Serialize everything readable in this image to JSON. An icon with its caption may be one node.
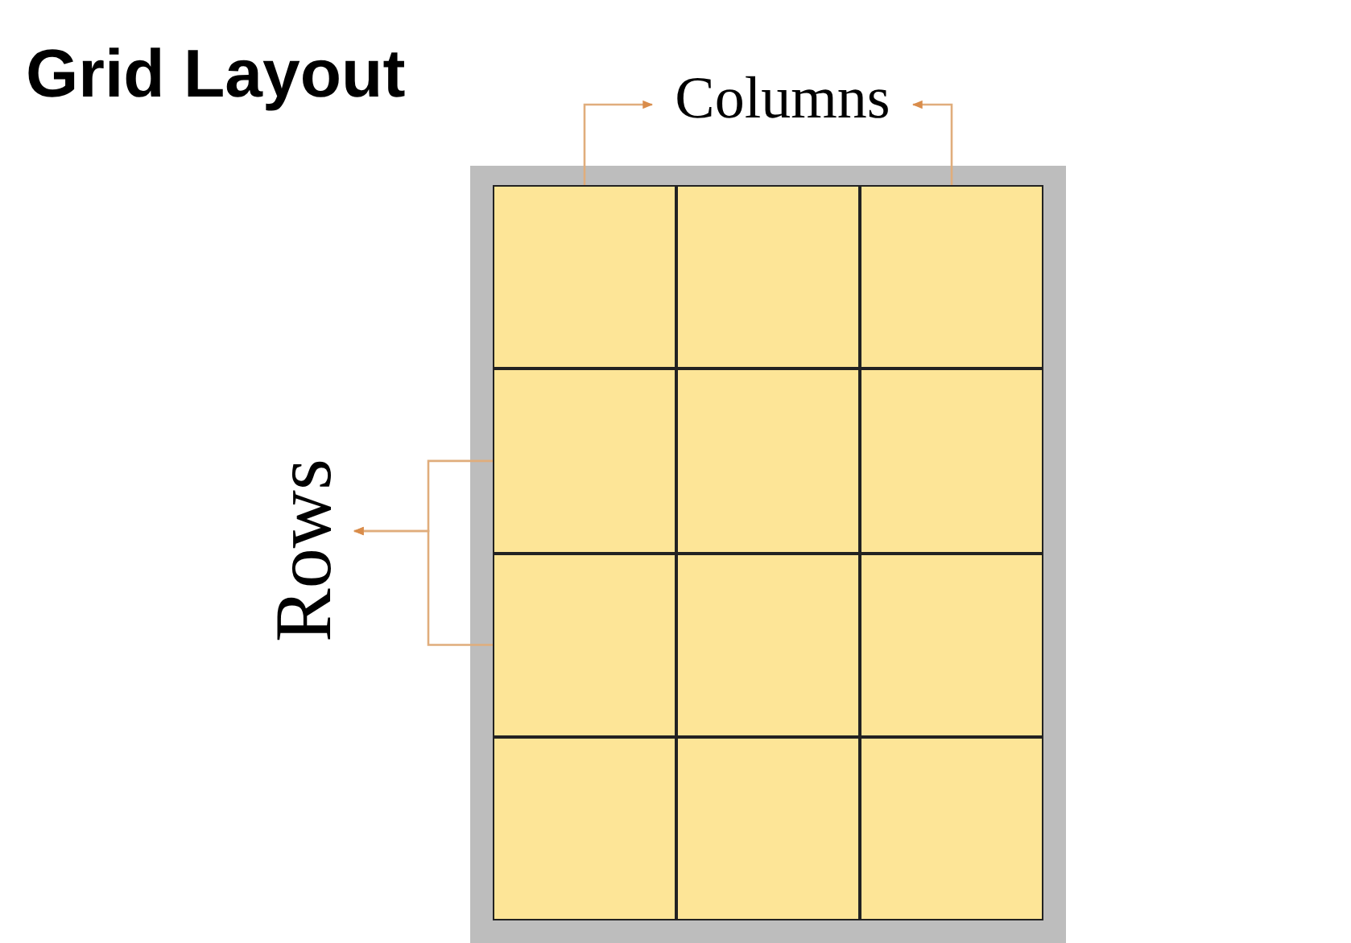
{
  "diagram": {
    "title": "Grid Layout",
    "nodes": [
      {
        "text": [],
        "shape": "box"
      },
      {
        "text": [],
        "shape": "box",
        "in": 0
      },
      {
        "text": [],
        "shape": "box",
        "in": 0
      },
      {
        "text": [],
        "shape": "box",
        "in": 0
      },
      {
        "text": [],
        "shape": "box",
        "in": 0
      },
      {
        "text": [],
        "shape": "box",
        "in": 0
      },
      {
        "text": [],
        "shape": "box",
        "in": 0
      },
      {
        "text": [],
        "shape": "box",
        "in": 0
      },
      {
        "text": [],
        "shape": "box",
        "in": 0
      },
      {
        "text": [],
        "shape": "box",
        "in": 0
      },
      {
        "text": [],
        "shape": "box",
        "in": 0
      },
      {
        "text": [],
        "shape": "box",
        "in": 0
      },
      {
        "text": [],
        "shape": "box",
        "in": 0
      },
      {
        "text": [
          "Columns"
        ]
      },
      {
        "text": [
          "Rows"
        ]
      }
    ],
    "edges": [
      {
        "from": 1,
        "to": 13,
        "arrow": "to"
      },
      {
        "from": 3,
        "to": 13,
        "arrow": "to"
      },
      {
        "from": 4,
        "to": 14,
        "arrow": "to"
      },
      {
        "from": 7,
        "to": 14,
        "arrow": "to"
      }
    ]
  }
}
